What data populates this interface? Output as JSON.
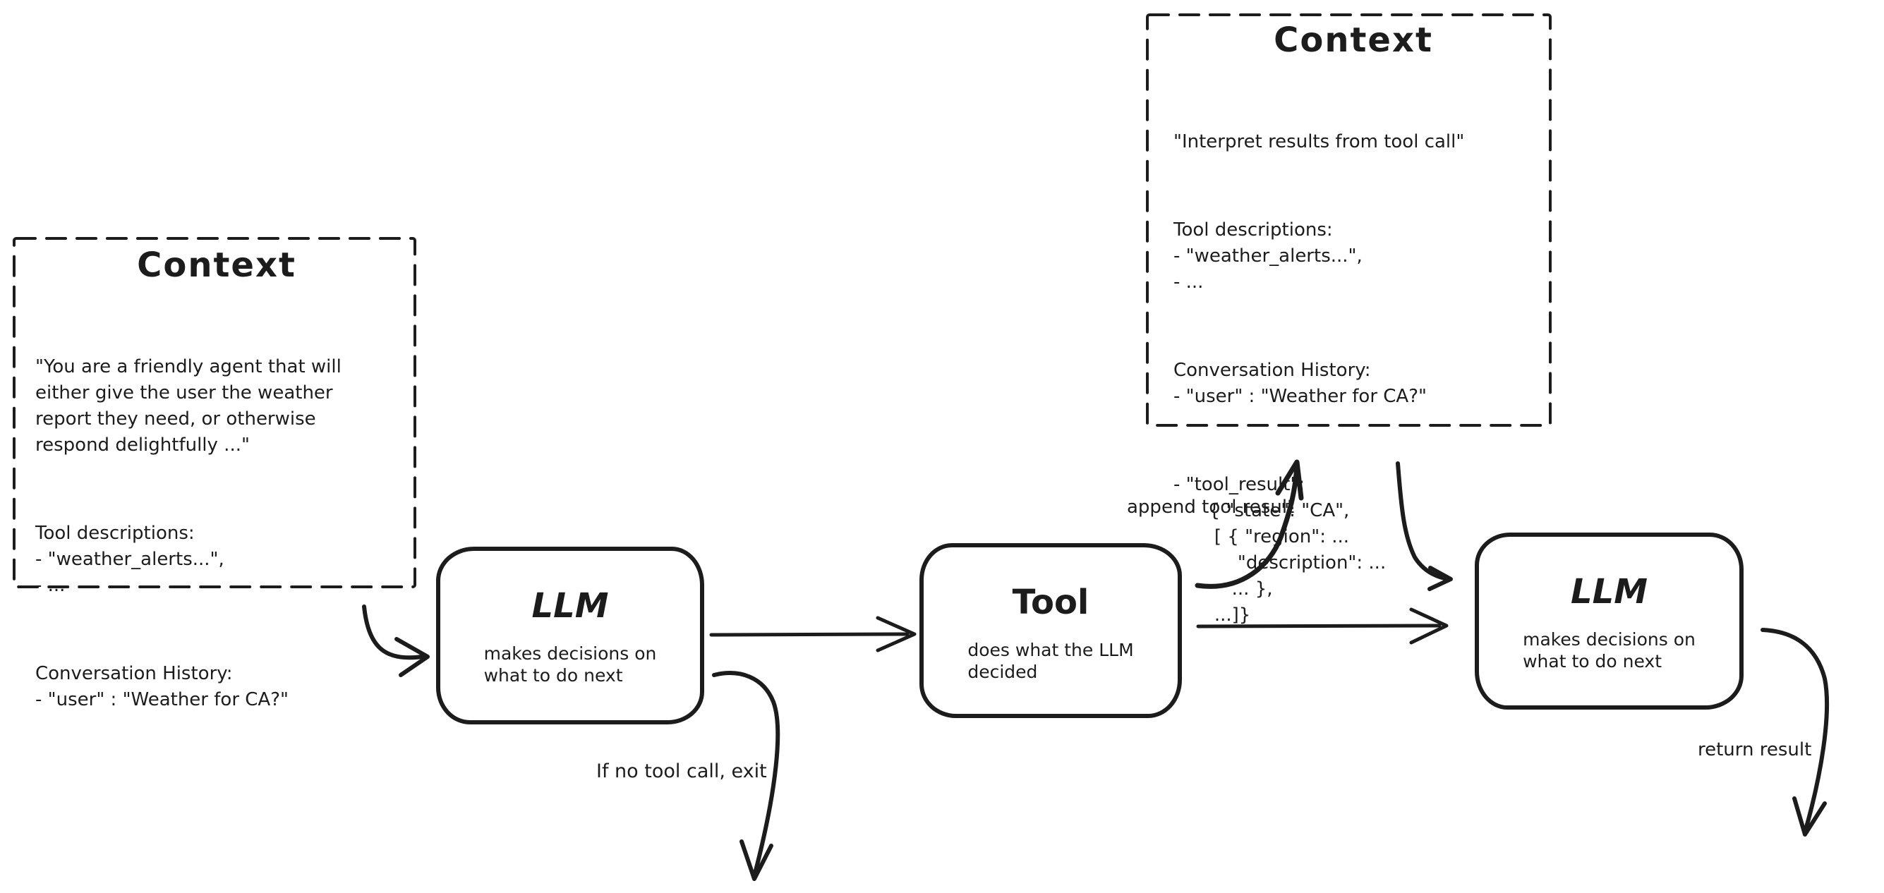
{
  "canvas": {
    "background": "#ffffff",
    "ink": "#1c1c1c"
  },
  "context_left": {
    "title": "Context",
    "sections": [
      "\"You are a friendly agent that will\neither give the user the weather\nreport they need, or otherwise\nrespond delightfully ...\"",
      "Tool descriptions:\n- \"weather_alerts...\",\n- ...",
      "Conversation History:\n- \"user\" : \"Weather for CA?\""
    ]
  },
  "context_right": {
    "title": "Context",
    "sections": [
      "\"Interpret results from tool call\"",
      "Tool descriptions:\n- \"weather_alerts...\",\n- ...",
      "Conversation History:\n- \"user\" : \"Weather for CA?\"",
      "- \"tool_result\":\n      { \"state\": \"CA\",\n       [ { \"region\": ...\n           \"description\": ...\n          ... },\n       ...]}"
    ]
  },
  "nodes": {
    "llm_first": {
      "title": "LLM",
      "subtitle": "makes decisions on\nwhat to do next"
    },
    "tool": {
      "title": "Tool",
      "subtitle": "does what the LLM\ndecided"
    },
    "llm_second": {
      "title": "LLM",
      "subtitle": "makes decisions on\nwhat to do next"
    }
  },
  "edge_labels": {
    "append_tool_result": "append tool result",
    "if_no_tool_call_exit": "If no tool call, exit",
    "return_result": "return result"
  }
}
